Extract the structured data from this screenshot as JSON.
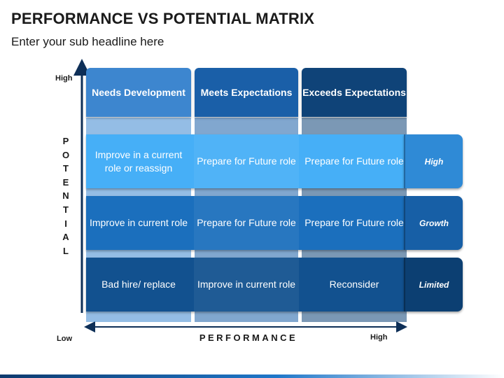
{
  "title": "PERFORMANCE VS POTENTIAL MATRIX",
  "subtitle": "Enter your sub headline here",
  "axes": {
    "y_high": "High",
    "y_low": "Low",
    "x_high": "High",
    "y_label": "POTENTIAL",
    "x_label": "PERFORMANCE"
  },
  "columns": [
    "Needs Development",
    "Meets Expectations",
    "Exceeds Expectations"
  ],
  "rows": [
    {
      "label": "High",
      "cells": [
        "Improve in a current role or reassign",
        "Prepare for Future role",
        "Prepare for Future role"
      ]
    },
    {
      "label": "Growth",
      "cells": [
        "Improve in current role",
        "Prepare for Future role",
        "Prepare for Future role"
      ]
    },
    {
      "label": "Limited",
      "cells": [
        "Bad hire/ replace",
        "Improve in current role",
        "Reconsider"
      ]
    }
  ],
  "colors": {
    "col1": "#3d86cf",
    "col2": "#1a5fa8",
    "col3": "#0f4378",
    "row_high": "#46aff7",
    "row_growth": "#1b6fbd",
    "row_limited": "#12518f",
    "label_high": "#2f8ad6",
    "label_growth": "#175fa6",
    "label_limited": "#0c3f72",
    "axis": "#0e2f57"
  }
}
